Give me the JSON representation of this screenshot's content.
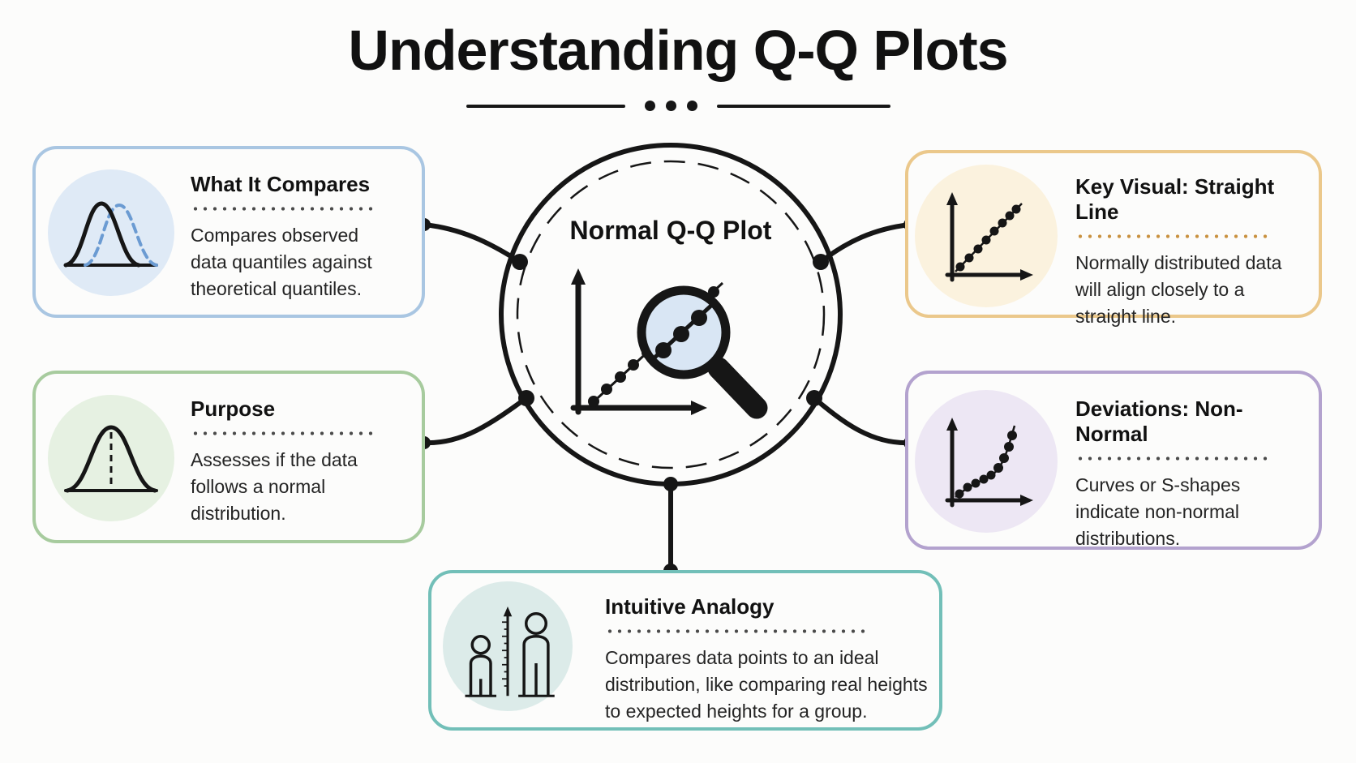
{
  "page": {
    "title": "Understanding Q-Q Plots",
    "background_color": "#fcfcfb",
    "line_color": "#161616"
  },
  "center": {
    "label": "Normal Q-Q Plot",
    "icon": "qq-plot-with-magnifier-icon",
    "circle_color": "#161616",
    "lens_color": "#d9e6f4"
  },
  "cards": [
    {
      "id": "what-it-compares",
      "title": "What It Compares",
      "body": "Compares observed data quantiles against theoretical quantiles.",
      "icon": "overlapping-bell-curves-icon",
      "colors": {
        "border": "#a9c6e2",
        "icon_bg": "#dfeaf6",
        "divider": "#4a4a4a",
        "accent_curve": "#6b9bd2"
      }
    },
    {
      "id": "purpose",
      "title": "Purpose",
      "body": "Assesses if the data follows a normal distribution.",
      "icon": "bell-curve-with-median-icon",
      "colors": {
        "border": "#a7cb9e",
        "icon_bg": "#e6f1e2",
        "divider": "#4a4a4a"
      }
    },
    {
      "id": "key-visual-straight-line",
      "title": "Key Visual: Straight Line",
      "body": "Normally distributed data will align closely to a straight line.",
      "icon": "straight-line-qq-plot-icon",
      "colors": {
        "border": "#ebc88b",
        "icon_bg": "#fbf2de",
        "divider": "#c9913f"
      }
    },
    {
      "id": "deviations-non-normal",
      "title": "Deviations: Non-Normal",
      "body": "Curves or S-shapes indicate non-normal distributions.",
      "icon": "curved-qq-plot-icon",
      "colors": {
        "border": "#b3a2ce",
        "icon_bg": "#ede7f4",
        "divider": "#4a4a4a"
      }
    },
    {
      "id": "intuitive-analogy",
      "title": "Intuitive Analogy",
      "body": "Compares data points to an ideal distribution, like comparing real heights to expected heights for a group.",
      "icon": "height-comparison-people-icon",
      "colors": {
        "border": "#72bfb8",
        "icon_bg": "#dcebe9",
        "divider": "#4a4a4a"
      }
    }
  ]
}
